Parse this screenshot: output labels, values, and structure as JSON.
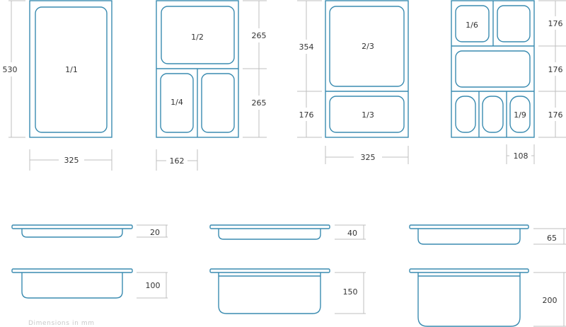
{
  "pans": {
    "full": {
      "label": "1/1",
      "height": "530",
      "width": "325"
    },
    "halves": {
      "half_label": "1/2",
      "quarter_label": "1/4",
      "height_top": "265",
      "height_bottom": "265",
      "width": "162"
    },
    "thirds": {
      "two_thirds_label": "2/3",
      "third_label": "1/3",
      "height_top": "354",
      "height_bottom": "176",
      "width": "325"
    },
    "ninths": {
      "sixth_label": "1/6",
      "ninth_label": "1/9",
      "height_1": "176",
      "height_2": "176",
      "height_3": "176",
      "width": "108"
    }
  },
  "depths": [
    "20",
    "40",
    "65",
    "100",
    "150",
    "200"
  ],
  "footnote": "Dimensions in mm",
  "colors": {
    "outline": "#3a8bb0",
    "dimension_line": "#bfbfbf",
    "text": "#333333"
  }
}
